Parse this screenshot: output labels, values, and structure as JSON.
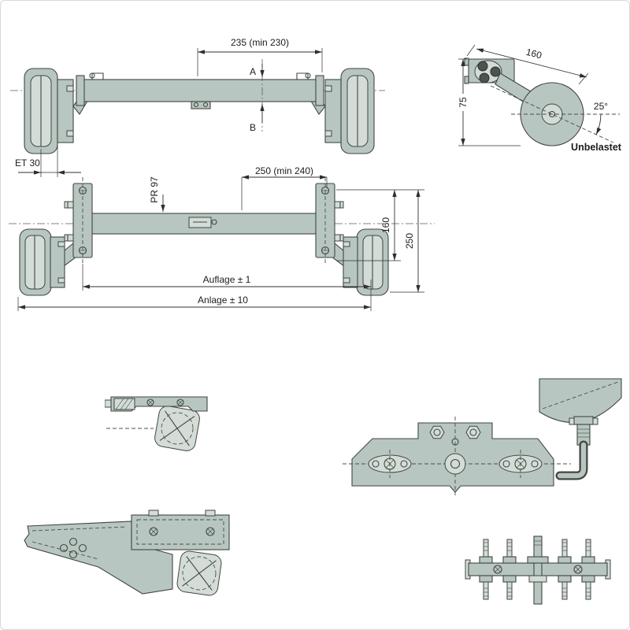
{
  "drawing": {
    "title": "Trailer axle technical drawing",
    "colors": {
      "part_fill": "#b8c6c1",
      "part_fill_light": "#d3dcd7",
      "outline": "#41473f",
      "dimension_text": "#1c1c1c",
      "background": "#ffffff"
    },
    "axle_front_view": {
      "dim_span": "235 (min 230)",
      "section_a": "A",
      "section_b": "B",
      "dim_offset": "ET 30"
    },
    "arm_detail_view": {
      "dim_length": "160",
      "dim_height": "75",
      "dim_angle": "25°",
      "caption": "Unbelastet"
    },
    "axle_top_view": {
      "dim_pad": "PR 97",
      "dim_span": "250 (min 240)",
      "dim_plate_inner": "160",
      "dim_plate_outer": "250",
      "dim_support": "Auflage ± 1",
      "dim_overall": "Anlage ± 10"
    }
  }
}
